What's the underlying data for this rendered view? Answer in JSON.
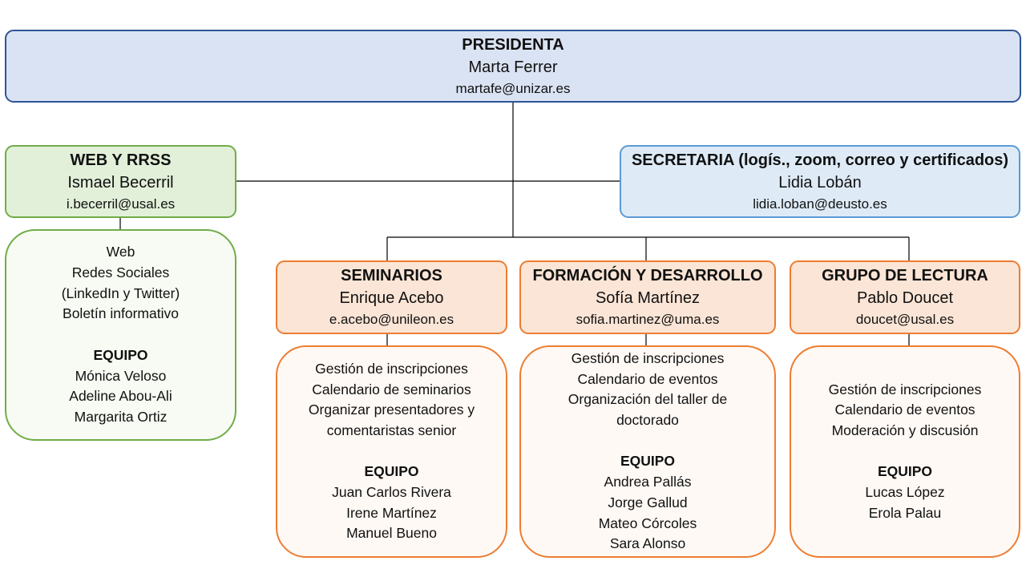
{
  "presidenta": {
    "role": "PRESIDENTA",
    "name": "Marta Ferrer",
    "email": "martafe@unizar.es"
  },
  "web": {
    "role": "WEB Y RRSS",
    "name": "Ismael Becerril",
    "email": "i.becerril@usal.es",
    "tasks": [
      "Web",
      "Redes Sociales",
      "(LinkedIn y Twitter)",
      "Boletín informativo"
    ],
    "team_label": "EQUIPO",
    "team": [
      "Mónica Veloso",
      "Adeline Abou-Ali",
      "Margarita Ortiz"
    ]
  },
  "secretaria": {
    "role": "SECRETARIA (logís., zoom, correo y certificados)",
    "name": "Lidia Lobán",
    "email": "lidia.loban@deusto.es"
  },
  "seminarios": {
    "role": "SEMINARIOS",
    "name": "Enrique Acebo",
    "email": "e.acebo@unileon.es",
    "tasks": [
      "Gestión de inscripciones",
      "Calendario de seminarios",
      "Organizar presentadores y",
      "comentaristas senior"
    ],
    "team_label": "EQUIPO",
    "team": [
      "Juan Carlos Rivera",
      "Irene Martínez",
      "Manuel Bueno"
    ]
  },
  "formacion": {
    "role": "FORMACIÓN Y DESARROLLO",
    "name": "Sofía Martínez",
    "email": "sofia.martinez@uma.es",
    "tasks": [
      "Gestión de inscripciones",
      "Calendario de eventos",
      "Organización del taller de",
      "doctorado"
    ],
    "team_label": "EQUIPO",
    "team": [
      "Andrea Pallás",
      "Jorge Gallud",
      "Mateo Córcoles",
      "Sara Alonso"
    ]
  },
  "lectura": {
    "role": "GRUPO DE LECTURA",
    "name": "Pablo Doucet",
    "email": "doucet@usal.es",
    "tasks": [
      "Gestión de inscripciones",
      "Calendario de eventos",
      "Moderación y discusión"
    ],
    "team_label": "EQUIPO",
    "team": [
      "Lucas López",
      "Erola Palau"
    ]
  }
}
